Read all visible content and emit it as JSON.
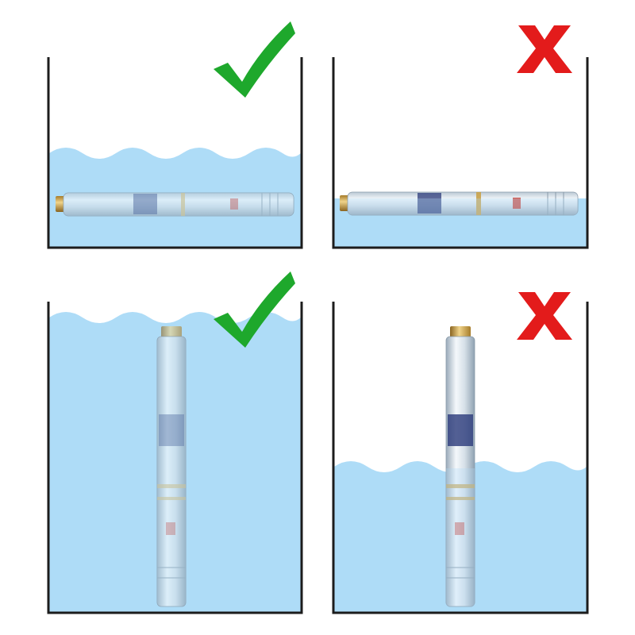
{
  "panels": [
    {
      "id": "top-left",
      "orientation": "horizontal",
      "water": "covered",
      "status": "correct",
      "mark_icon": "check-icon"
    },
    {
      "id": "top-right",
      "orientation": "horizontal",
      "water": "partial",
      "status": "incorrect",
      "mark_icon": "cross-icon"
    },
    {
      "id": "bottom-left",
      "orientation": "vertical",
      "water": "covered",
      "status": "correct",
      "mark_icon": "check-icon"
    },
    {
      "id": "bottom-right",
      "orientation": "vertical",
      "water": "partial",
      "status": "incorrect",
      "mark_icon": "cross-icon"
    }
  ],
  "colors": {
    "water": "#aedcf7",
    "water_edge": "#9fd3f3",
    "container": "#1c1c1c",
    "check": "#1ea82c",
    "cross": "#e31b1b",
    "pump_body": "#d8e3ec",
    "pump_brass": "#c9a24a",
    "pump_label": "#2b3a7a"
  }
}
